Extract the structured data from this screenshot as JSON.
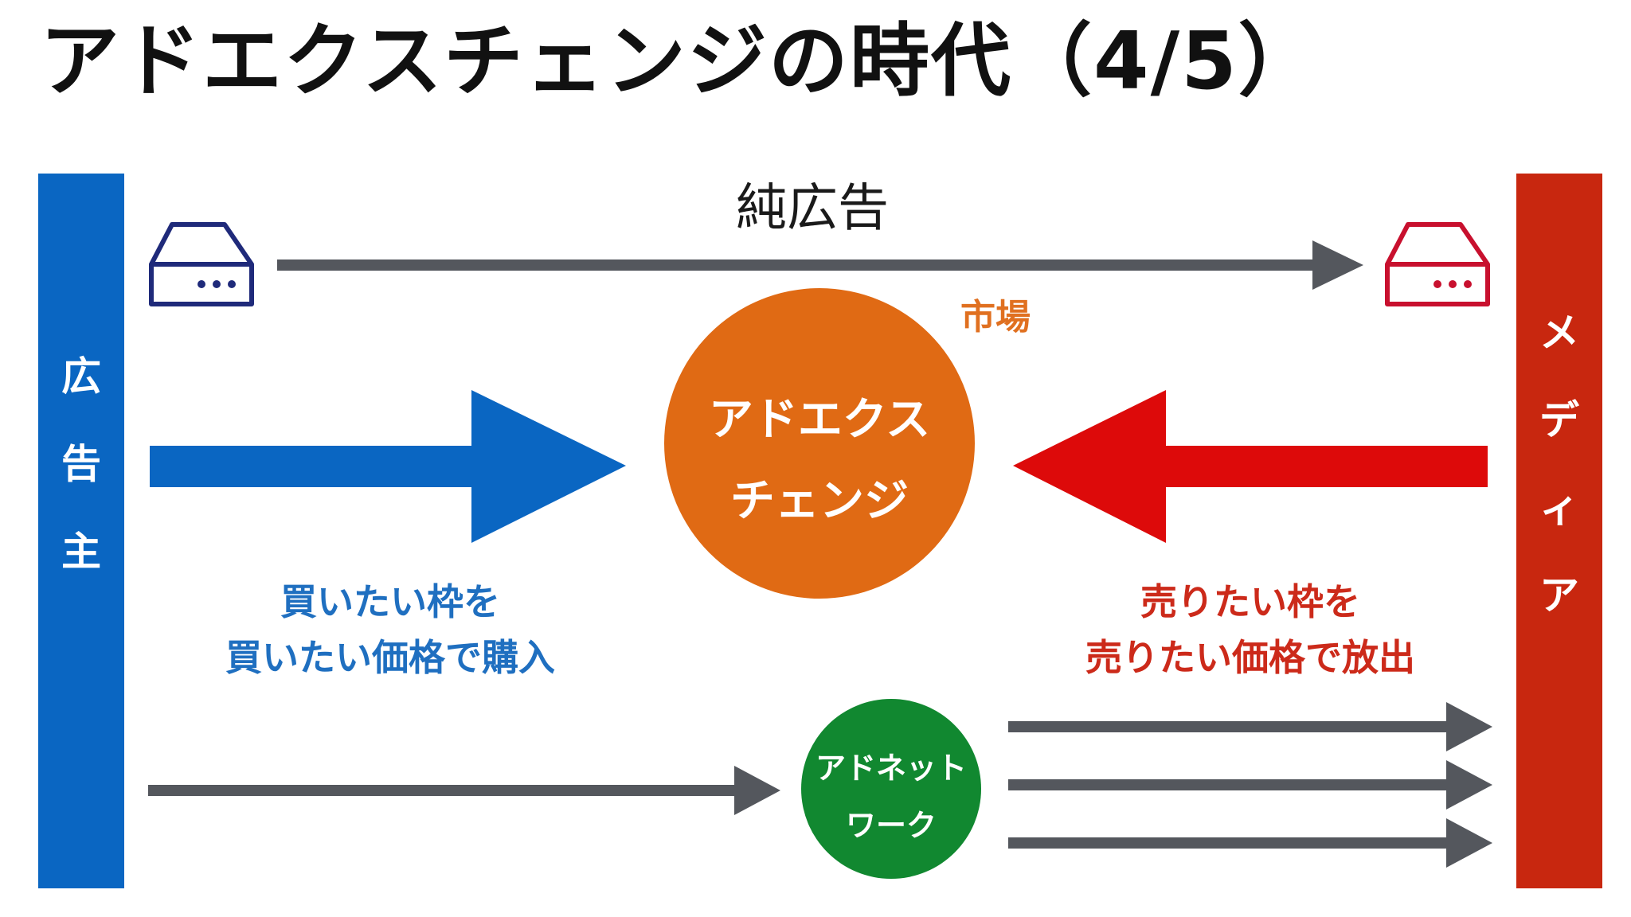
{
  "title": "アドエクスチェンジの時代（4/5）",
  "advertiser": {
    "label_chars": [
      "広",
      "告",
      "主"
    ]
  },
  "media": {
    "label_chars": [
      "メ",
      "デ",
      "ィ",
      "ア"
    ]
  },
  "top_flow": {
    "label": "純広告"
  },
  "market": {
    "label": "市場"
  },
  "exchange": {
    "line1": "アドエクス",
    "line2": "チェンジ"
  },
  "buy_side": {
    "line1": "買いたい枠を",
    "line2": "買いたい価格で購入"
  },
  "sell_side": {
    "line1": "売りたい枠を",
    "line2": "売りたい価格で放出"
  },
  "network": {
    "line1": "アドネット",
    "line2": "ワーク"
  },
  "colors": {
    "advertiser": "#0a66c2",
    "media": "#c8270f",
    "exchange": "#e06a14",
    "network": "#118830",
    "gray_arrow": "#54575d",
    "buy_arrow": "#0a66c2",
    "sell_arrow": "#dd0a0a",
    "server_left": "#1f2a7a",
    "server_right": "#c8102e"
  }
}
